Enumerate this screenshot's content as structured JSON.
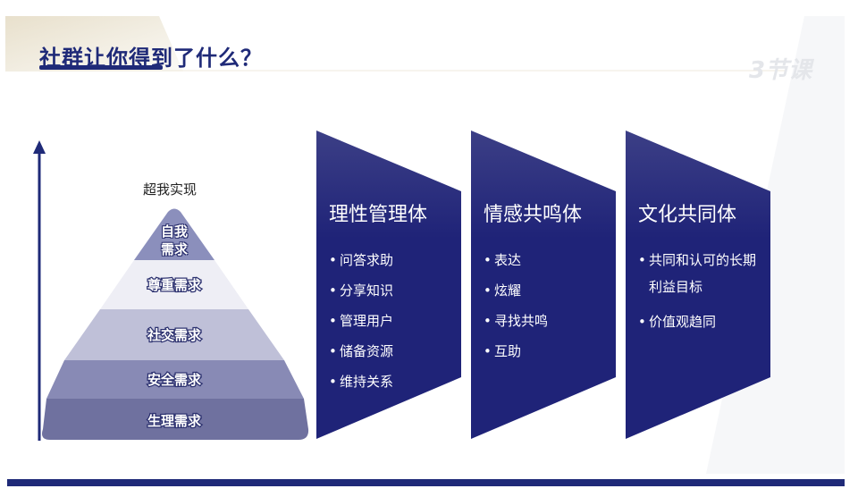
{
  "slide": {
    "title": "社群让你得到了什么？",
    "logo": "3节课",
    "accent": "#1f2a78"
  },
  "pyramid": {
    "top_label": "超我实现",
    "levels": [
      "自我需求",
      "尊重需求",
      "社交需求",
      "安全需求",
      "生理需求"
    ]
  },
  "panels": [
    {
      "title": "理性管理体",
      "items": [
        "问答求助",
        "分享知识",
        "管理用户",
        "储备资源",
        "维持关系"
      ]
    },
    {
      "title": "情感共鸣体",
      "items": [
        "表达",
        "炫耀",
        "寻找共鸣",
        "互助"
      ]
    },
    {
      "title": "文化共同体",
      "items": [
        "共同和认可的长期利益目标",
        "价值观趋同"
      ]
    }
  ]
}
